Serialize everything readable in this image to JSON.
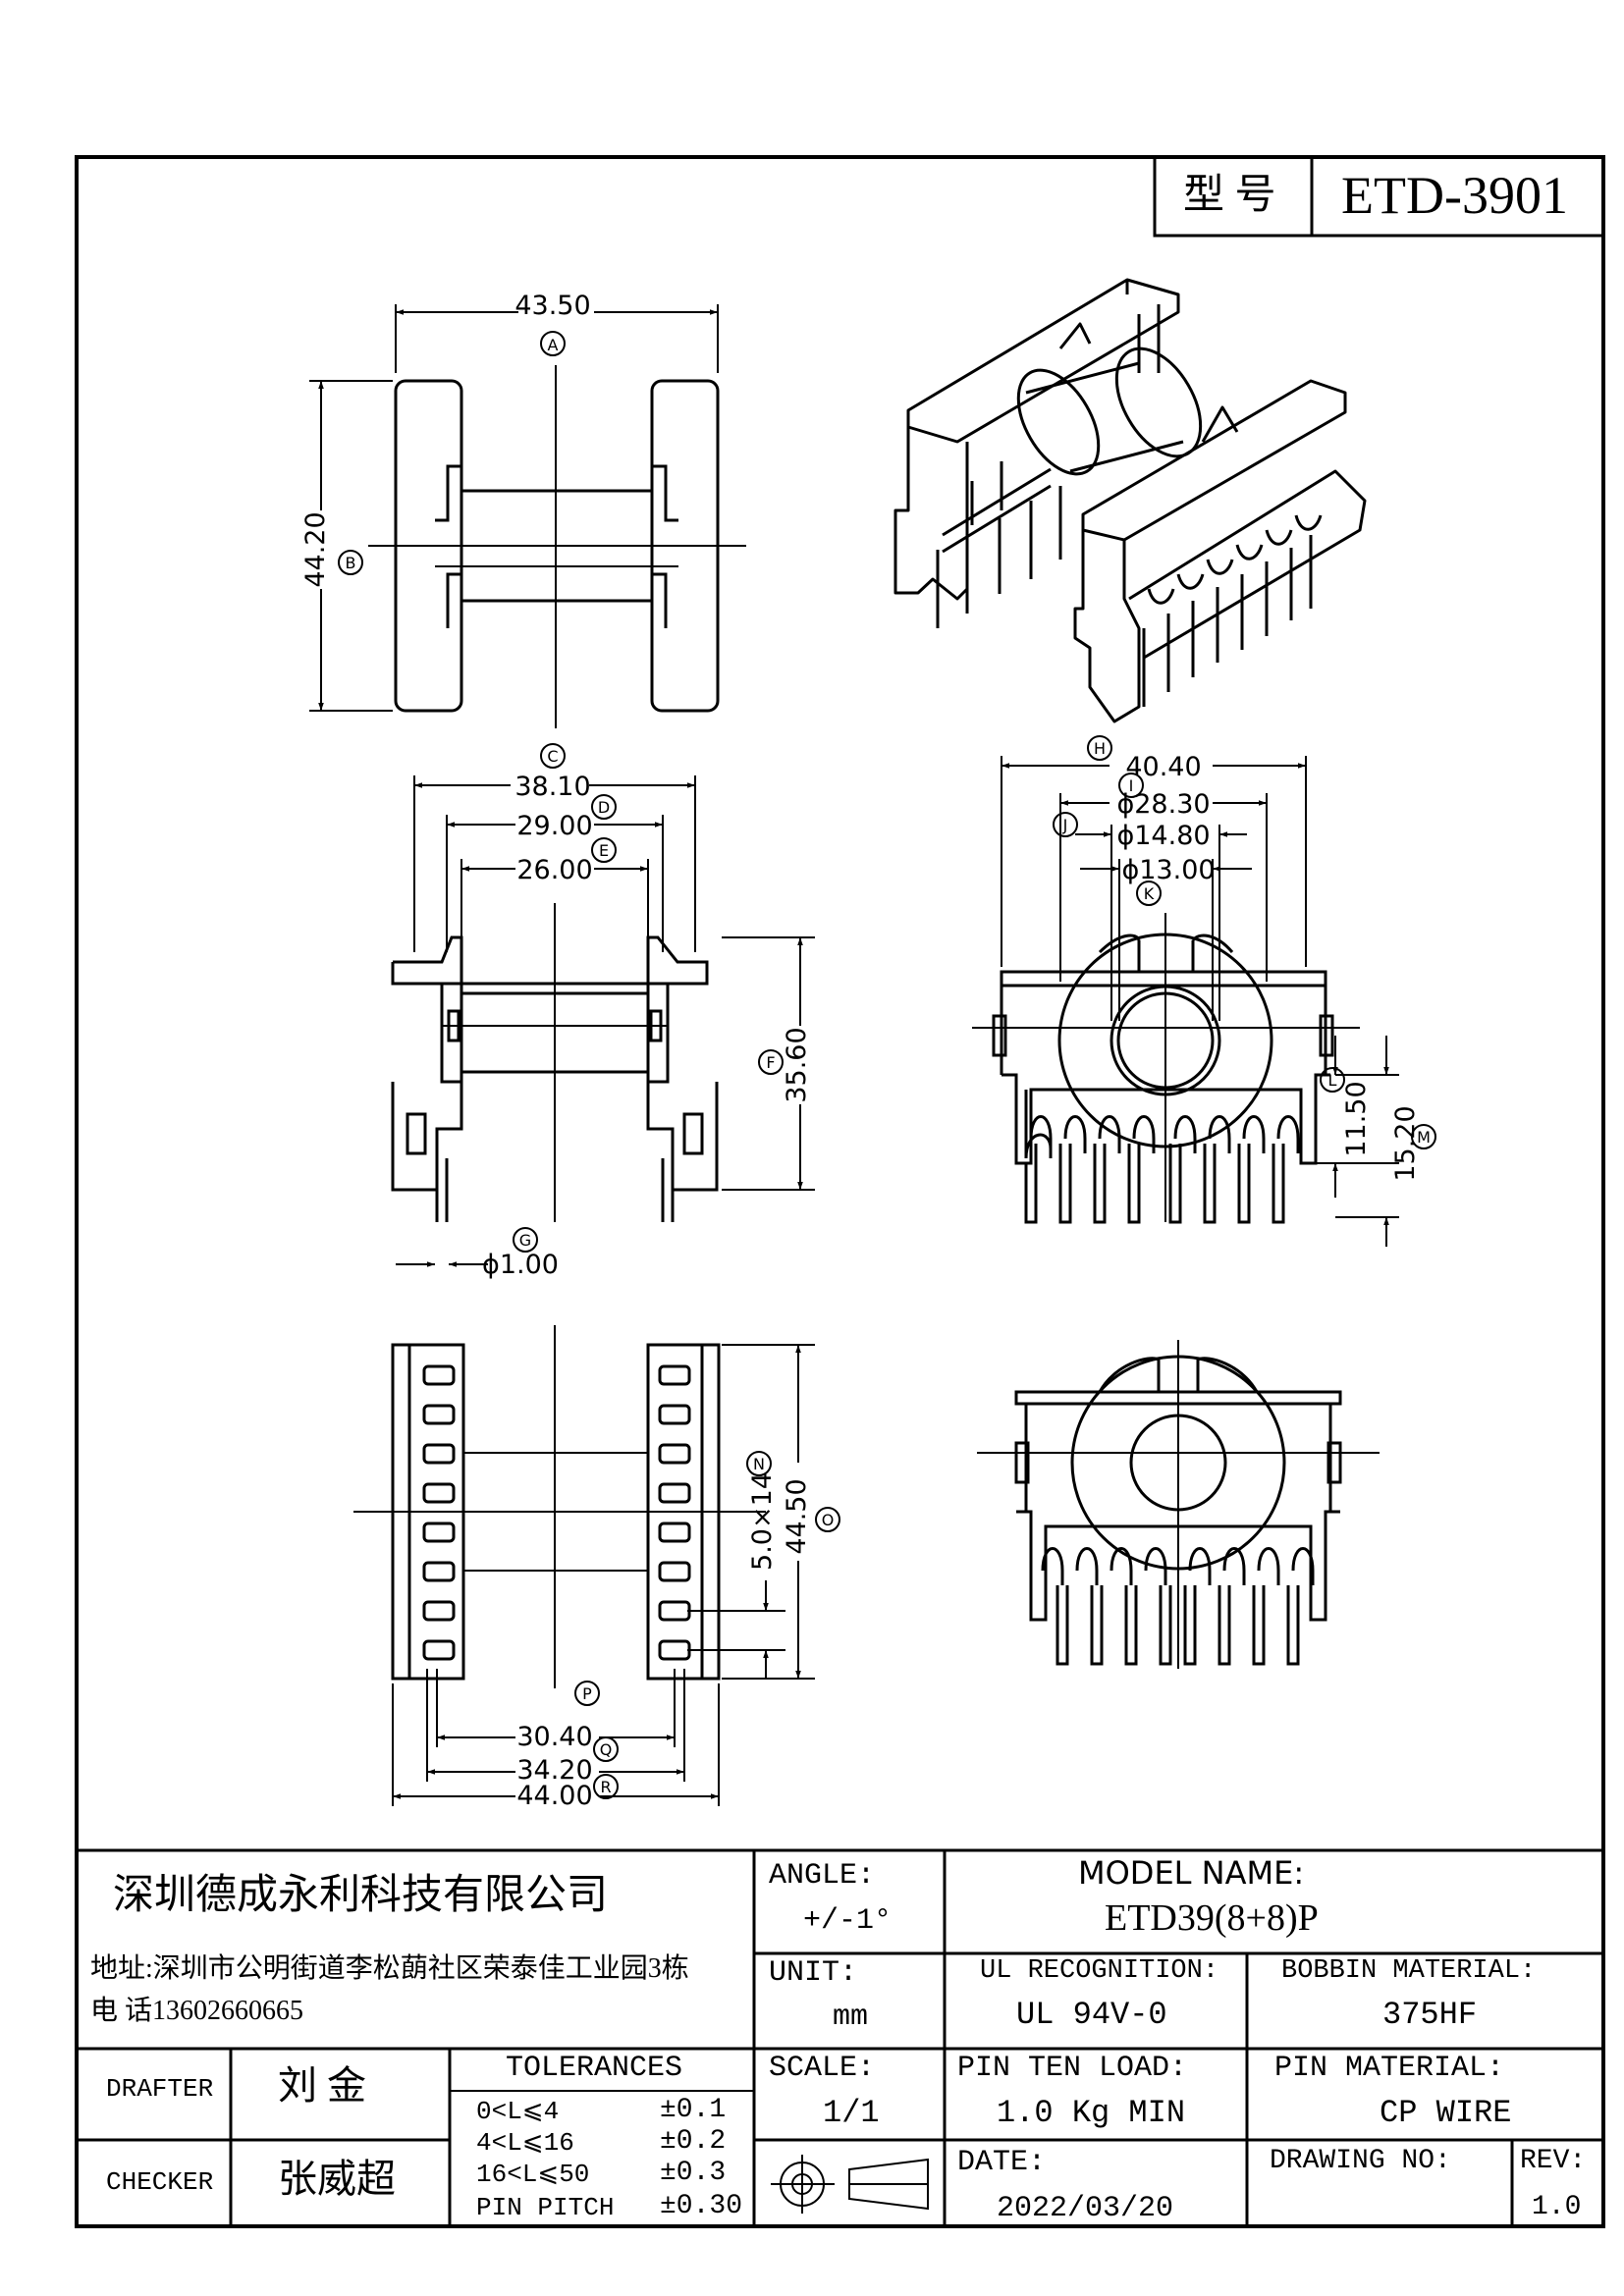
{
  "model_box": {
    "label": "型 号",
    "value": "ETD-3901"
  },
  "dimensions": {
    "A": "43.50",
    "B": "44.20",
    "C": "38.10",
    "D": "29.00",
    "E": "26.00",
    "F": "35.60",
    "G": "ϕ1.00",
    "H": "40.40",
    "I": "ϕ28.30",
    "J": "ϕ14.80",
    "K": "ϕ13.00",
    "L": "11.50",
    "M": "15.20",
    "N": "5.0×14",
    "O": "44.50",
    "P": "30.40",
    "Q": "34.20",
    "R": "44.00"
  },
  "title_block": {
    "company": "深圳德成永利科技有限公司",
    "address": "地址:深圳市公明街道李松蓢社区荣泰佳工业园3栋",
    "phone": "电 话13602660665",
    "angle_label": "ANGLE:",
    "angle_value": "+/-1°",
    "model_label": "MODEL NAME:",
    "model_value": "ETD39(8+8)P",
    "unit_label": "UNIT:",
    "unit_value": "mm",
    "ul_label": "UL RECOGNITION:",
    "ul_value": "UL 94V-0",
    "bobbin_label": "BOBBIN MATERIAL:",
    "bobbin_value": "375HF",
    "drafter_label": "DRAFTER",
    "drafter_value": "刘 金",
    "checker_label": "CHECKER",
    "checker_value": "张威超",
    "tolerances_label": "TOLERANCES",
    "tolerances": [
      {
        "range": "0<L⩽4",
        "value": "±0.1"
      },
      {
        "range": "4<L⩽16",
        "value": "±0.2"
      },
      {
        "range": "16<L⩽50",
        "value": "±0.3"
      },
      {
        "range": "PIN PITCH",
        "value": "±0.30"
      }
    ],
    "scale_label": "SCALE:",
    "scale_value": "1/1",
    "pin_load_label": "PIN TEN LOAD:",
    "pin_load_value": "1.0 Kg MIN",
    "pin_material_label": "PIN MATERIAL:",
    "pin_material_value": "CP WIRE",
    "date_label": "DATE:",
    "date_value": "2022/03/20",
    "drawing_no_label": "DRAWING NO:",
    "rev_label": "REV:",
    "rev_value": "1.0"
  }
}
